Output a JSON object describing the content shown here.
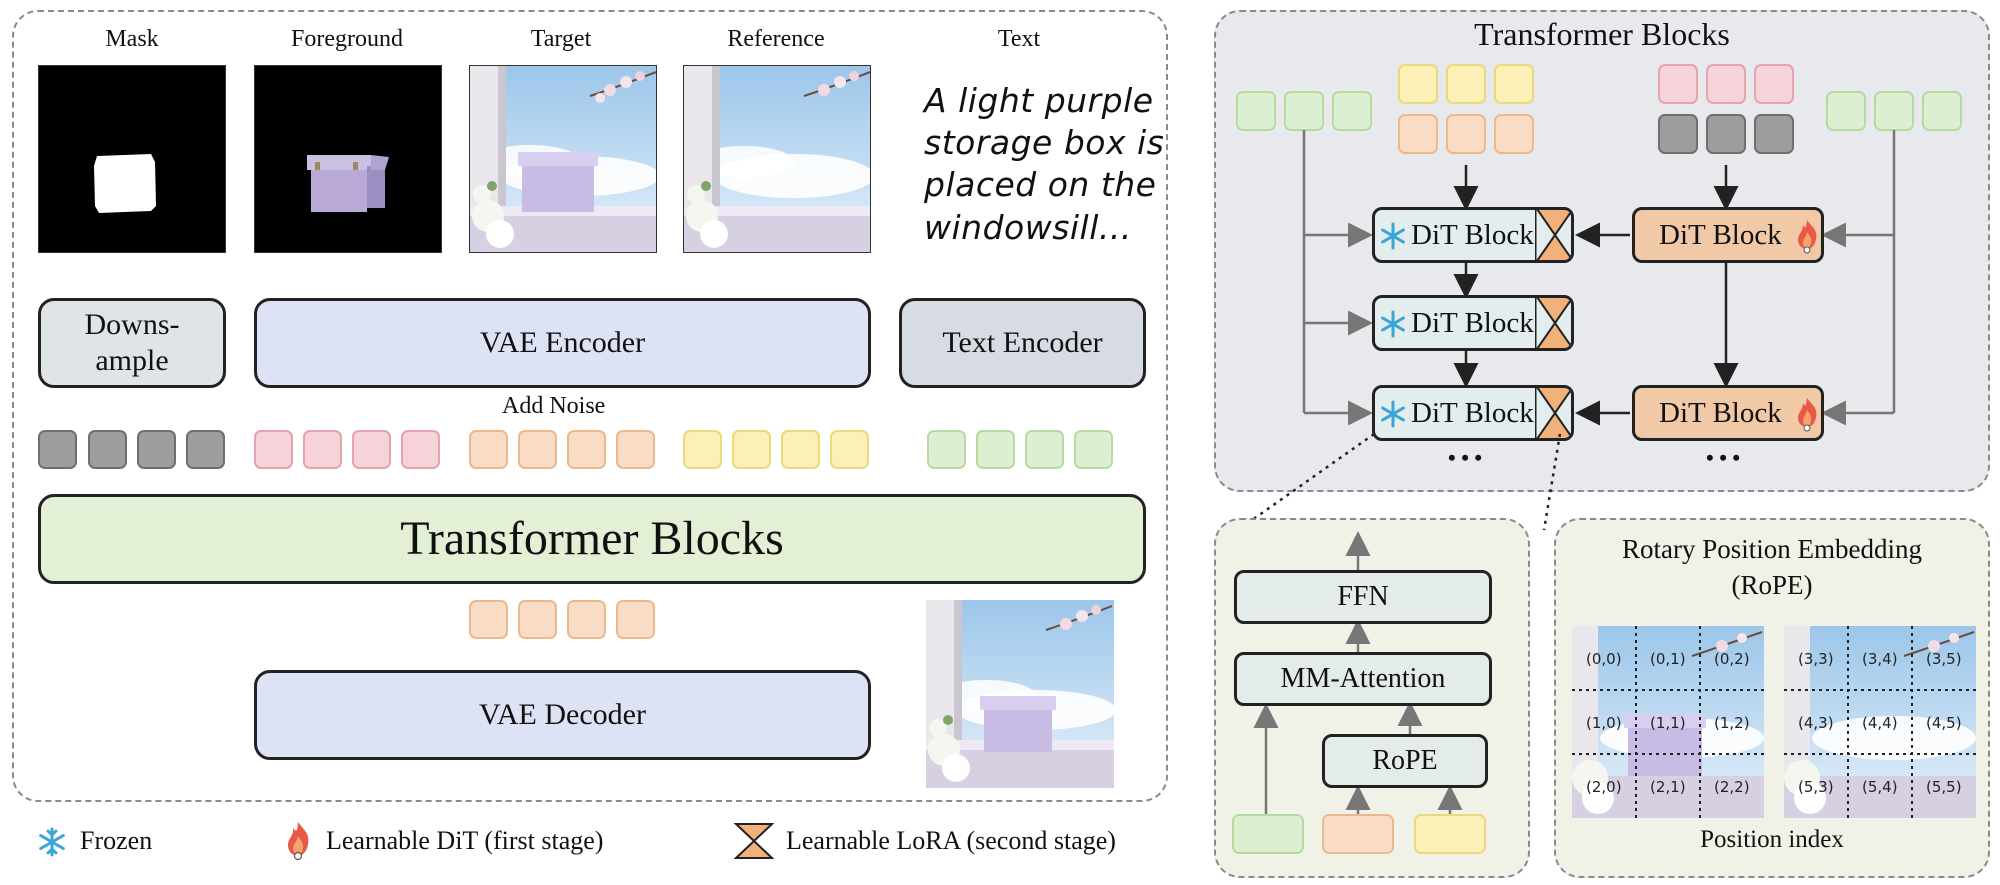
{
  "left_panel": {
    "column_labels": [
      "Mask",
      "Foreground",
      "Target",
      "Reference",
      "Text"
    ],
    "prompt_text_lines": [
      "A light purple",
      "storage box is",
      "placed on the",
      "windowsill..."
    ],
    "downsample_label": "Downs-\nample",
    "vae_encoder_label": "VAE Encoder",
    "text_encoder_label": "Text Encoder",
    "add_noise_label": "Add Noise",
    "transformer_label": "Transformer Blocks",
    "vae_decoder_label": "VAE Decoder"
  },
  "right_top_panel": {
    "title": "Transformer Blocks",
    "dit_label": "DiT Block",
    "ellipsis": "• • •"
  },
  "detail_panel": {
    "ffn_label": "FFN",
    "attention_label": "MM-Attention",
    "rope_label": "RoPE"
  },
  "rope_panel": {
    "title_line1": "Rotary Position Embedding",
    "title_line2": "(RoPE)",
    "footer": "Position index",
    "grid_a": [
      "(0,0)",
      "(0,1)",
      "(0,2)",
      "(1,0)",
      "(1,1)",
      "(1,2)",
      "(2,0)",
      "(2,1)",
      "(2,2)"
    ],
    "grid_b": [
      "(3,3)",
      "(3,4)",
      "(3,5)",
      "(4,3)",
      "(4,4)",
      "(4,5)",
      "(5,3)",
      "(5,4)",
      "(5,5)"
    ]
  },
  "legend": {
    "frozen": "Frozen",
    "learnable_dit": "Learnable DiT (first stage)",
    "learnable_lora": "Learnable LoRA (second stage)"
  },
  "colors": {
    "gray_token": "#9b9b9b",
    "pink_token": "#f5d3d9",
    "orange_token": "#f8dcc6",
    "yellow_token": "#fbf0b8",
    "green_token": "#dcefd1",
    "encoder_fill": "#dde3f5",
    "transformer_fill": "#e4f0d6",
    "frozen_fill": "#e3edee",
    "learnable_fill": "#f2c9a6"
  }
}
